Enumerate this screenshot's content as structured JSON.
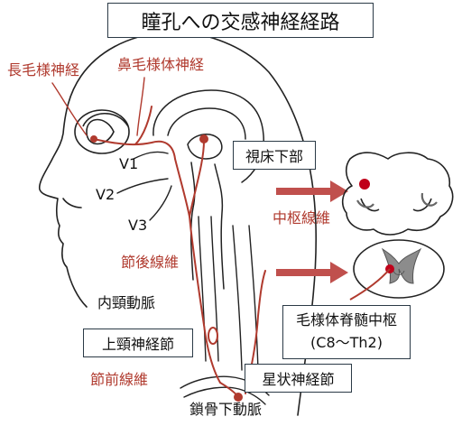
{
  "title": "瞳孔への交感神経経路",
  "labels": {
    "long_ciliary": "長毛様神経",
    "nasociliary": "鼻毛様体神経",
    "v1": "V1",
    "v2": "V2",
    "v3": "V3",
    "postganglionic": "節後線維",
    "internal_carotid": "内頸動脈",
    "superior_cervical_ganglion": "上頸神経節",
    "preganglionic": "節前線維",
    "subclavian_artery": "鎖骨下動脈",
    "hypothalamus": "視床下部",
    "central_fiber": "中枢線維",
    "ciliospinal_center": "毛様体脊髄中枢",
    "ciliospinal_level": "(C8～Th2)",
    "stellate_ganglion": "星状神経節"
  },
  "colors": {
    "nerve": "#b03a2e",
    "arrow": "#c0504d",
    "outline": "#222222",
    "grey_matter": "#8c8c8c"
  }
}
